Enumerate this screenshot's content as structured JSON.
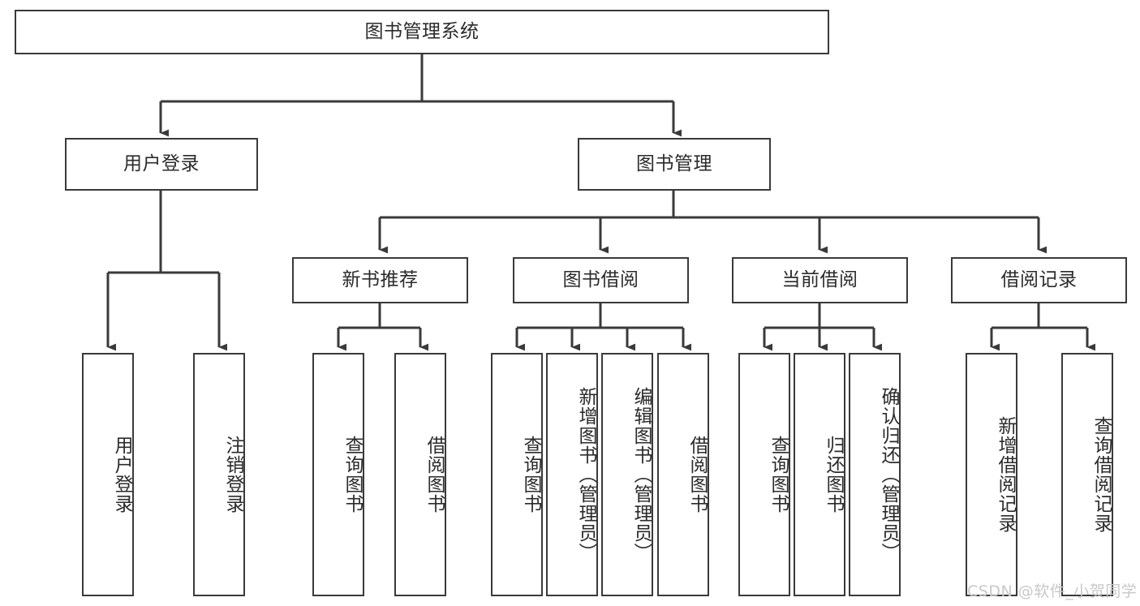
{
  "diagram": {
    "kind": "tree-hierarchy-chart",
    "title": "图书管理系统",
    "colors": {
      "background": "#ffffff",
      "border": "#3a3a3a",
      "text": "#2b2b2b",
      "edge": "#3a3a3a",
      "watermark": "#c8c8c8"
    },
    "root": {
      "label": "图书管理系统"
    },
    "level2": {
      "user_login": "用户登录",
      "book_manage": "图书管理"
    },
    "level3": {
      "new_book_rec": "新书推荐",
      "book_borrow": "图书借阅",
      "current_borrow": "当前借阅",
      "borrow_record": "借阅记录"
    },
    "leaves": {
      "user_login_1": "用户登录",
      "user_login_2": "注销登录",
      "new_book_1": "查询图书",
      "new_book_2": "借阅图书",
      "borrow_1": "查询图书",
      "borrow_2": "新增图书（管理员）",
      "borrow_3": "编辑图书（管理员）",
      "borrow_4": "借阅图书",
      "current_1": "查询图书",
      "current_2": "归还图书",
      "current_3": "确认归还（管理员）",
      "record_1": "新增借阅记录",
      "record_2": "查询借阅记录"
    },
    "watermark": "CSDN @软件_小贺同学"
  }
}
